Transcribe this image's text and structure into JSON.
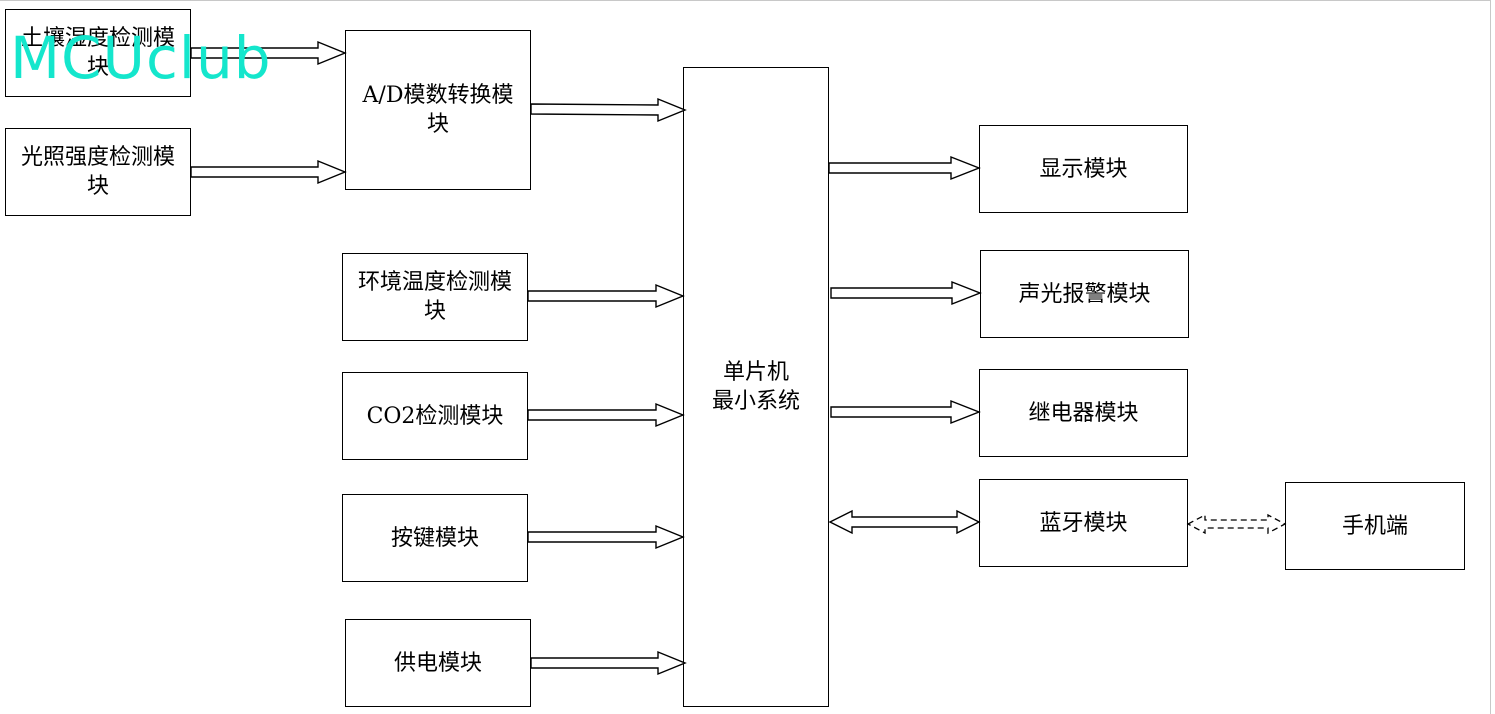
{
  "watermark": "MCUclub",
  "mcu": {
    "line1": "单片机",
    "line2": "最小系统"
  },
  "inputs": {
    "soil": {
      "line1": "土壤湿度检测模",
      "line2": "块"
    },
    "light": {
      "line1": "光照强度检测模",
      "line2": "块"
    },
    "adc": {
      "line1": "A/D模数转换模",
      "line2": "块"
    },
    "env_temp": {
      "line1": "环境温度检测模",
      "line2": "块"
    },
    "co2": {
      "label": "CO2检测模块"
    },
    "keys": {
      "label": "按键模块"
    },
    "power": {
      "label": "供电模块"
    }
  },
  "outputs": {
    "display": {
      "label": "显示模块"
    },
    "alarm": {
      "label": "声光报警模块"
    },
    "relay": {
      "label": "继电器模块"
    },
    "bluetooth": {
      "label": "蓝牙模块"
    },
    "phone": {
      "label": "手机端"
    }
  },
  "colors": {
    "stroke": "#000000",
    "watermark": "#14e6cc",
    "frame": "#c8c8c8"
  }
}
